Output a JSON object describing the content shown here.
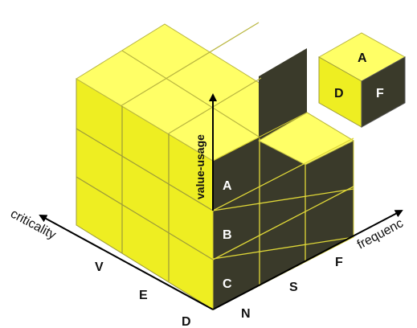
{
  "diagram": {
    "axes": {
      "value_usage": "value-usage",
      "criticality": "criticality",
      "frequency": "frequenc"
    },
    "value_usage_labels": [
      "A",
      "B",
      "C"
    ],
    "criticality_labels": [
      "V",
      "E",
      "D"
    ],
    "frequency_labels": [
      "N",
      "S",
      "F"
    ],
    "legend_cube": {
      "top": "A",
      "left": "D",
      "right": "F"
    },
    "colors": {
      "yellow_top": "#FFFF66",
      "yellow_left": "#EEEE22",
      "yellow_right": "#D4CF1E",
      "dark_face": "#3A3A2A",
      "grid_line_light": "#9C9A3A",
      "grid_line_dark": "#E0D838",
      "text_dark": "#111111",
      "text_light": "#ffffff"
    }
  }
}
